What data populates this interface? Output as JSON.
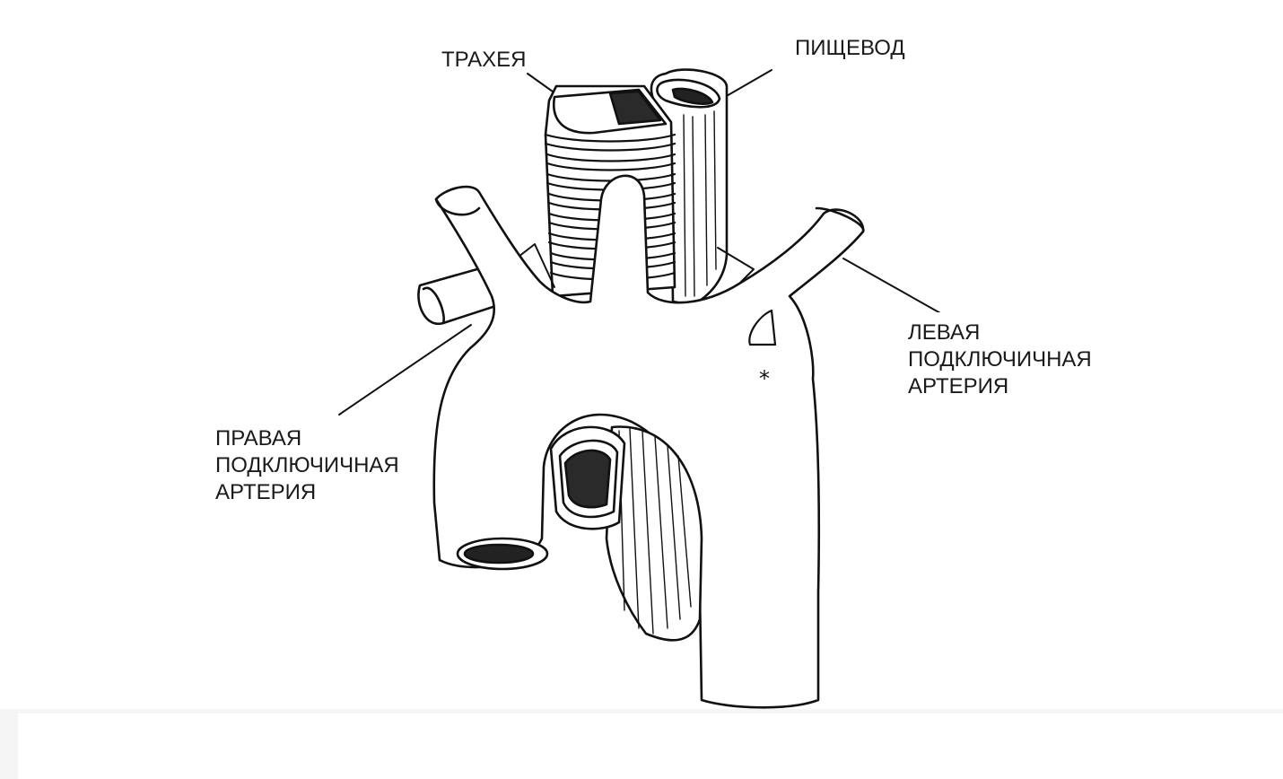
{
  "labels": {
    "trachea": "ТРАХЕЯ",
    "esophagus": "ПИЩЕВОД",
    "left_subclavian": "ЛЕВАЯ\nПОДКЛЮЧИЧНАЯ\nАРТЕРИЯ",
    "right_subclavian": "ПРАВАЯ\nПОДКЛЮЧИЧНАЯ\nАРТЕРИЯ",
    "asterisk": "*"
  },
  "colors": {
    "ink": "#111111",
    "fill": "#ffffff",
    "lumen": "#2a2a2a"
  }
}
